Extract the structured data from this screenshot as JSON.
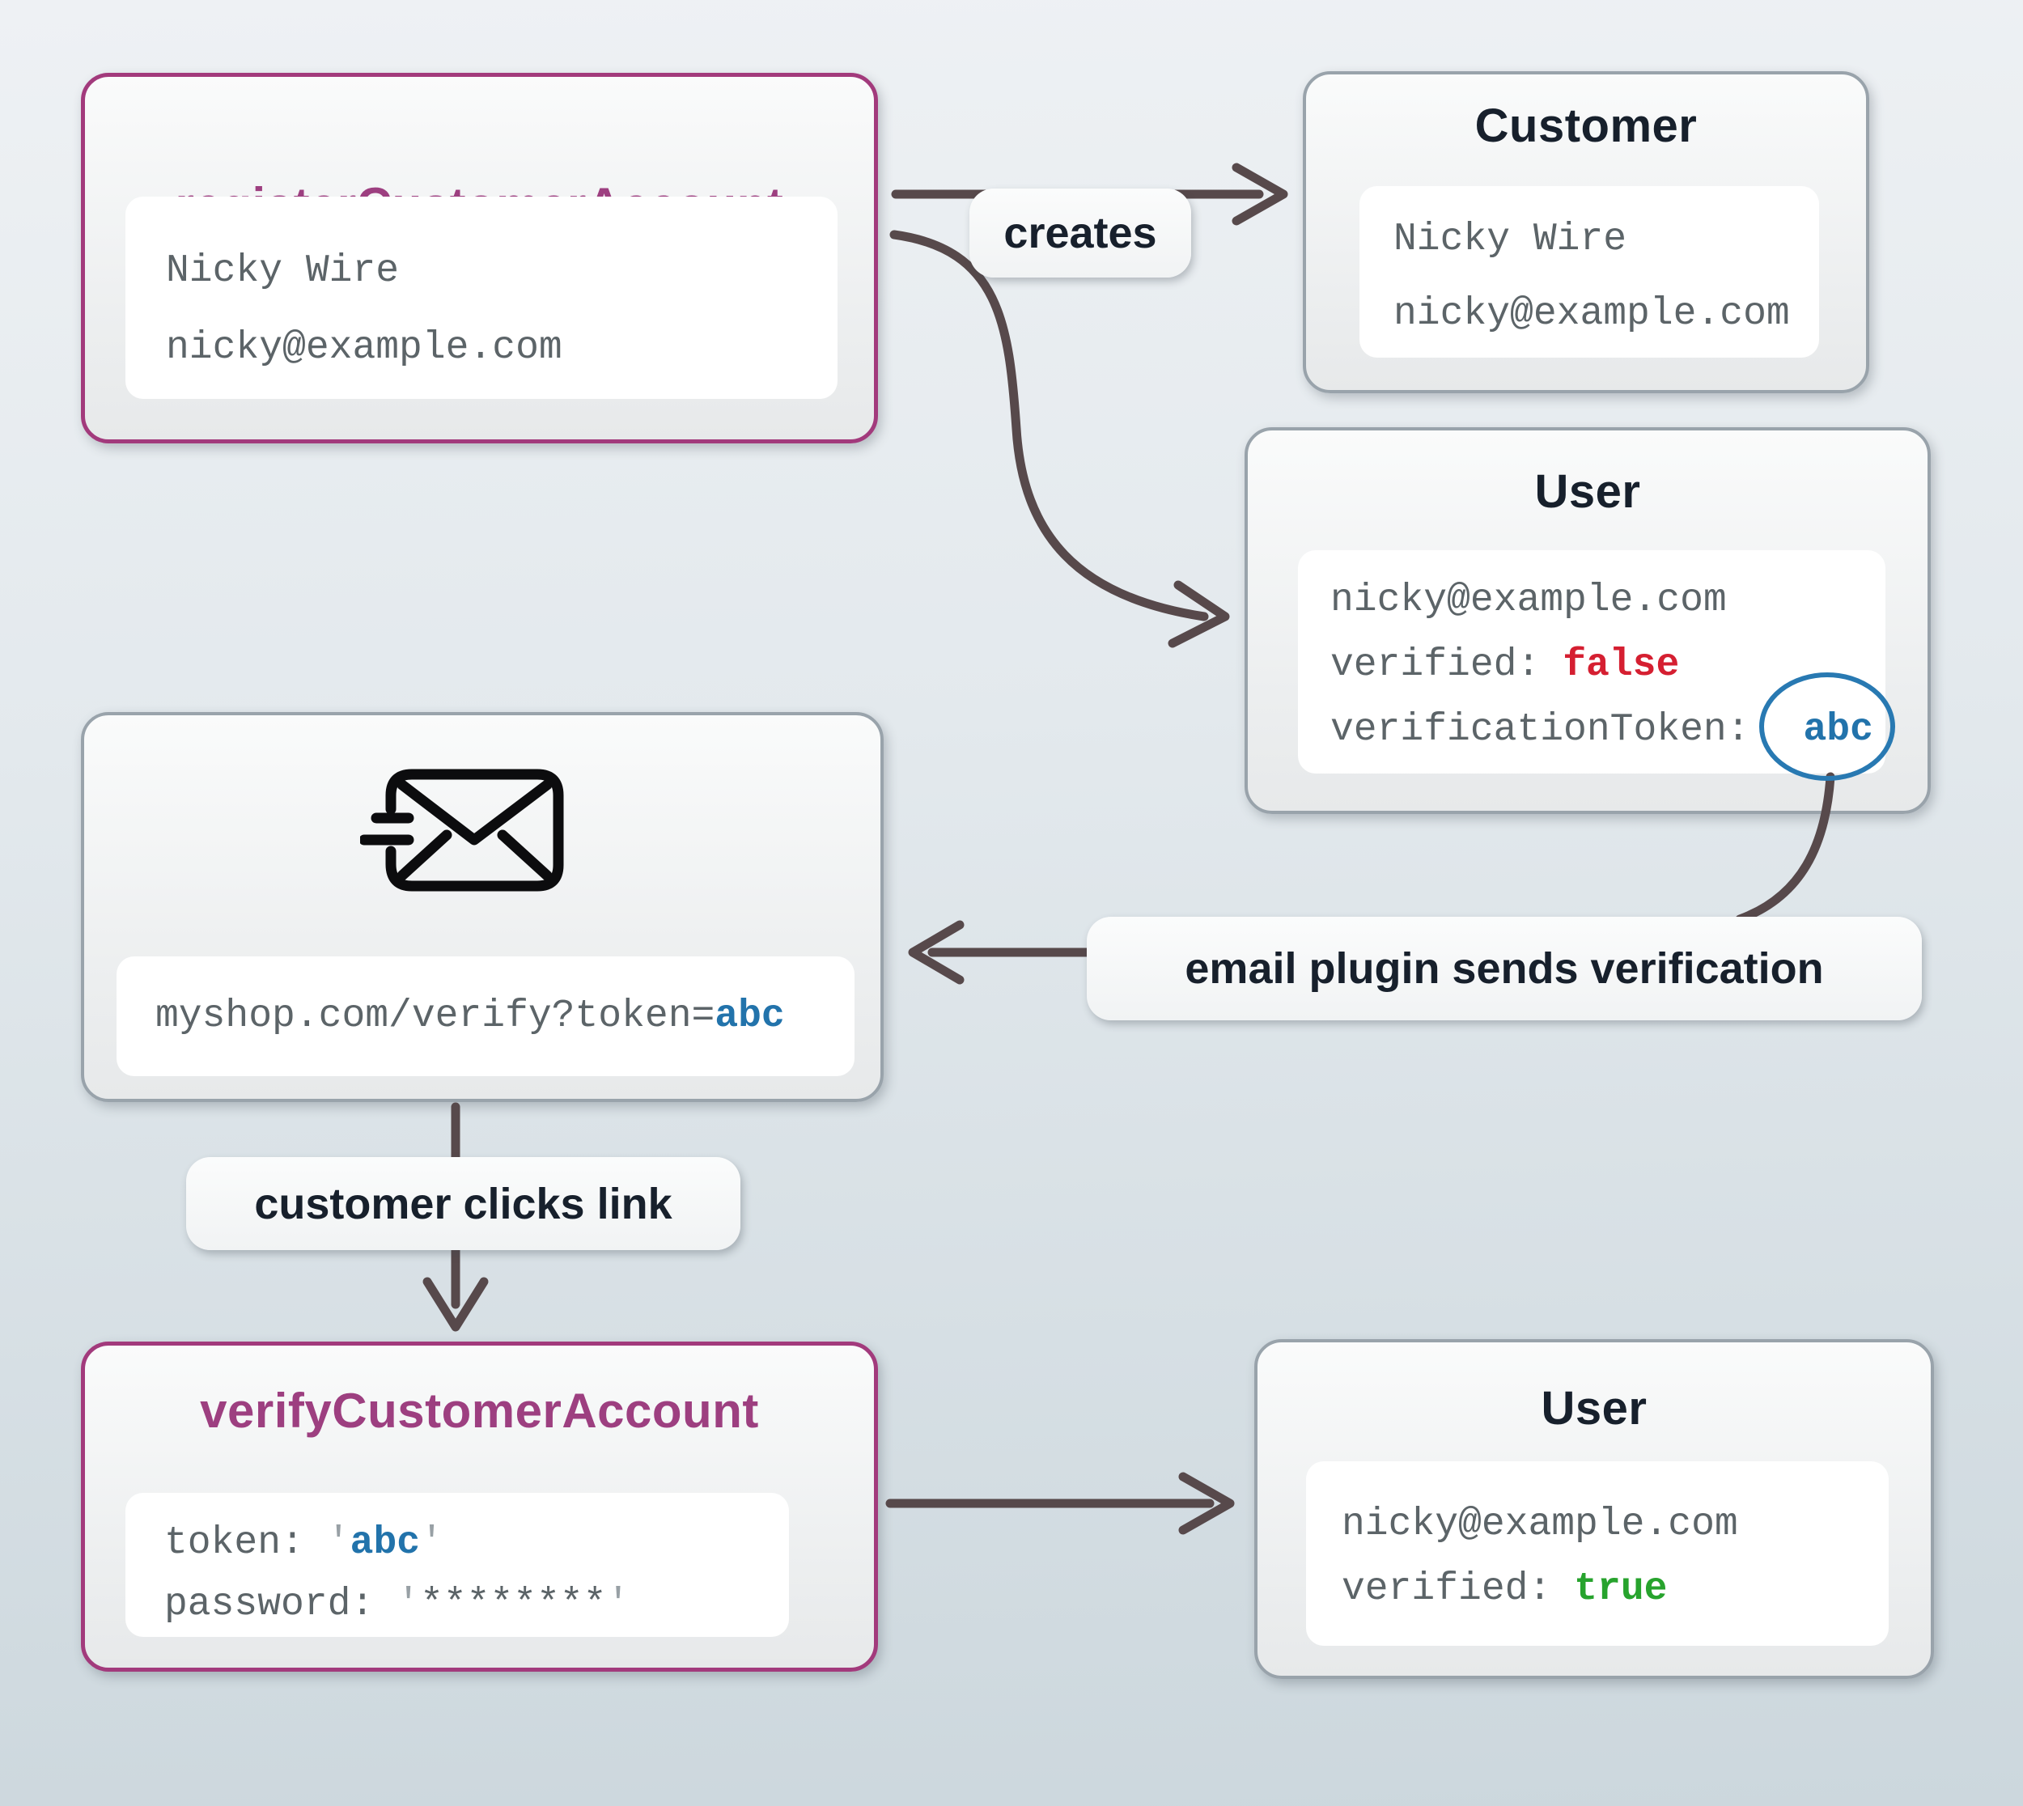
{
  "labels": {
    "creates": "creates",
    "send": "email plugin sends verification",
    "clicks": "customer clicks link"
  },
  "register": {
    "title": "registerCustomerAccount",
    "name": "Nicky Wire",
    "email": "nicky@example.com"
  },
  "customer": {
    "title": "Customer",
    "name": "Nicky Wire",
    "email": "nicky@example.com"
  },
  "user_unverified": {
    "title": "User",
    "email": "nicky@example.com",
    "verified_key": "verified:",
    "verified_value": "false",
    "token_key": "verificationToken:",
    "token_value": "abc"
  },
  "email_message": {
    "icon": "send-email-icon",
    "url_base": "myshop.com/verify?token=",
    "token": "abc"
  },
  "verify": {
    "title": "verifyCustomerAccount",
    "token_key": "token:",
    "quote": "'",
    "token_value": "abc",
    "password_key": "password:",
    "password_value": "********"
  },
  "user_verified": {
    "title": "User",
    "email": "nicky@example.com",
    "verified_key": "verified:",
    "verified_value": "true"
  },
  "colors": {
    "accent_magenta": "#a23a7c",
    "title_dark": "#17202c",
    "mono_gray": "#5c6468",
    "quote_gray": "#98a0a5",
    "token_blue": "#2273ab",
    "false_red": "#d51f31",
    "true_green": "#27a32d",
    "arrow": "#57494b",
    "ellipse_blue": "#2879b2"
  }
}
